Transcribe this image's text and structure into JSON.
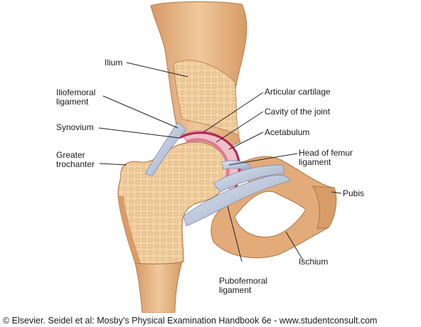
{
  "labels": {
    "ilium": "Ilium",
    "iliofemoral_ligament": "Iliofemoral\nligament",
    "synovium": "Synovium",
    "greater_trochanter": "Greater\ntrochanter",
    "articular_cartilage": "Articular cartilage",
    "cavity_of_joint": "Cavity of the joint",
    "acetabulum": "Acetabulum",
    "head_of_femur_ligament": "Head of femur\nligament",
    "pubis": "Pubis",
    "ischium": "Ischium",
    "pubofemoral_ligament": "Pubofemoral\nligament"
  },
  "credit": "© Elsevier. Seidel et al: Mosby's Physical Examination Handbook 6e - www.studentconsult.com",
  "colors": {
    "bone": "#e9b98a",
    "bone_dark": "#c98a5a",
    "bone_highlight": "#f7dcc0",
    "spongy_bone": "#f2cf9e",
    "cartilage": "#d88fa0",
    "synovium": "#b5264f",
    "ligament": "#c9d3e6",
    "ligament_shadow": "#8e9bb8",
    "leader_line": "#222222"
  }
}
